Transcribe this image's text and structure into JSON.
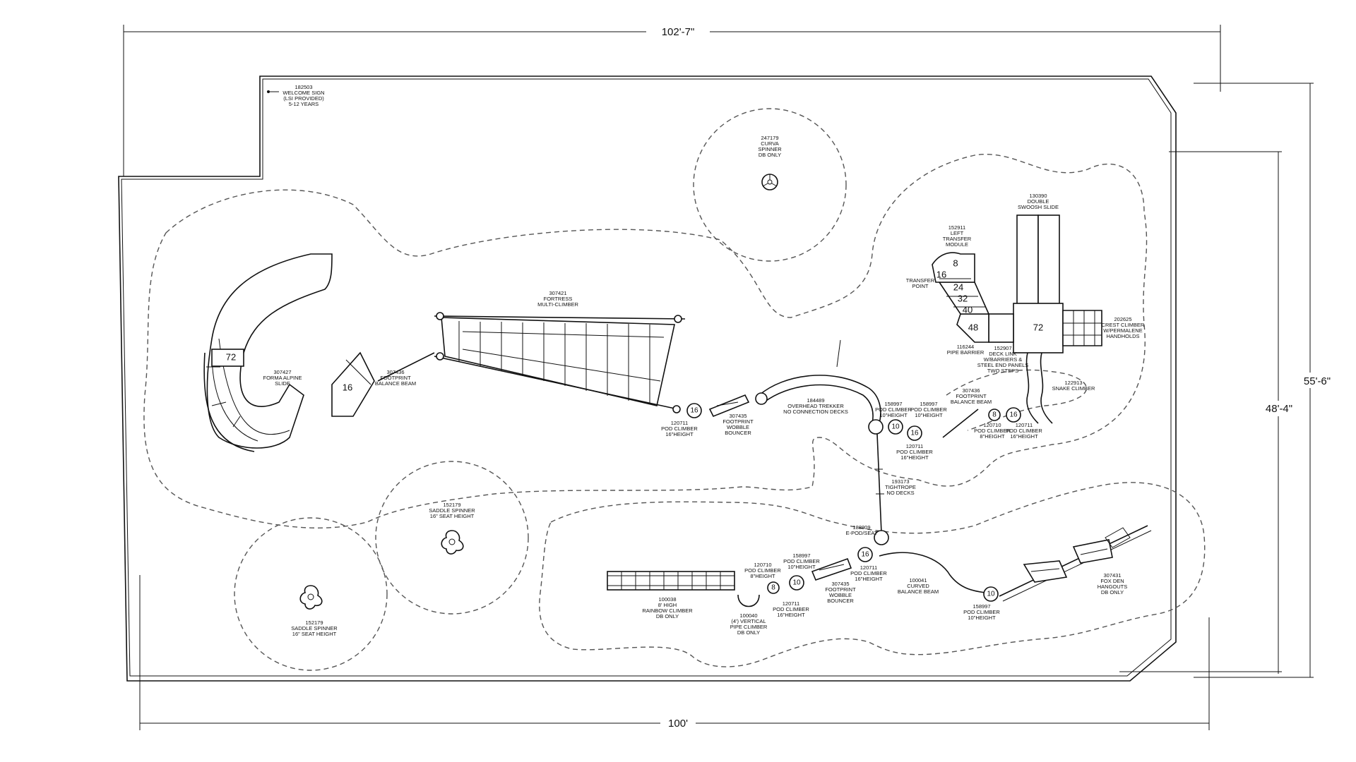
{
  "dimensions": {
    "top": "102'-7\"",
    "bottom": "100'",
    "right_outer": "55'-6\"",
    "right_inner": "48'-4\""
  },
  "welcome_sign": [
    "182503",
    "WELCOME SIGN",
    "(LSI PROVIDED)",
    "5-12 YEARS"
  ],
  "labels": {
    "curva": [
      "247179",
      "CURVA",
      "SPINNER",
      "DB ONLY"
    ],
    "alpine_slide": [
      "307427",
      "FORMA ALPINE",
      "SLIDE"
    ],
    "balance_beam_left": [
      "307436",
      "FOOTPRINT",
      "BALANCE BEAM"
    ],
    "fortress": [
      "307421",
      "FORTRESS",
      "MULTI-CLIMBER"
    ],
    "pod16_a": [
      "120711",
      "POD CLIMBER",
      "16\"HEIGHT"
    ],
    "wobble_a": [
      "307435",
      "FOOTPRINT",
      "WOBBLE",
      "BOUNCER"
    ],
    "trekker": [
      "184489",
      "OVERHEAD TREKKER",
      "NO CONNECTION DECKS"
    ],
    "pod10_a": [
      "158997",
      "POD CLIMBER",
      "10\"HEIGHT"
    ],
    "pod10_b": [
      "158997",
      "POD CLIMBER",
      "10\"HEIGHT"
    ],
    "pod16_b": [
      "120711",
      "POD CLIMBER",
      "16\"HEIGHT"
    ],
    "balance_beam_right": [
      "307436",
      "FOOTPRINT",
      "BALANCE BEAM"
    ],
    "pod8_a": [
      "120710",
      "POD CLIMBER",
      "8\"HEIGHT"
    ],
    "pod16_c": [
      "120711",
      "POD CLIMBER",
      "16\"HEIGHT"
    ],
    "tightrope": [
      "193173",
      "TIGHTROPE",
      "NO DECKS"
    ],
    "epod": [
      "188809",
      "E-POD/SEAT"
    ],
    "transfer_module": [
      "152911",
      "LEFT",
      "TRANSFER",
      "MODULE"
    ],
    "transfer_point": [
      "TRANSFER",
      "POINT"
    ],
    "swoosh_slide": [
      "130390",
      "DOUBLE",
      "SWOOSH SLIDE"
    ],
    "pipe_barrier": [
      "116244",
      "PIPE BARRIER"
    ],
    "deck_link": [
      "152907",
      "DECK LINK",
      "W/BARRIERS &",
      "STEEL END PANELS",
      "TWO STEPS"
    ],
    "crest_climber": [
      "202625",
      "CREST CLIMBER",
      "W/PERMALENE",
      "HANDHOLDS"
    ],
    "snake_climber": [
      "122913",
      "SNAKE CLIMBER"
    ],
    "saddle_a": [
      "152179",
      "SADDLE SPINNER",
      "16\" SEAT HEIGHT"
    ],
    "saddle_b": [
      "152179",
      "SADDLE SPINNER",
      "16\" SEAT HEIGHT"
    ],
    "rainbow": [
      "100038",
      "8' HIGH",
      "RAINBOW CLIMBER",
      "DB ONLY"
    ],
    "vertical_pipe": [
      "100040",
      "(4') VERTICAL",
      "PIPE CLIMBER",
      "DB ONLY"
    ],
    "pod8_b": [
      "120710",
      "POD CLIMBER",
      "8\"HEIGHT"
    ],
    "pod10_c": [
      "158997",
      "POD CLIMBER",
      "10\"HEIGHT"
    ],
    "pod16_d": [
      "120711",
      "POD CLIMBER",
      "16\"HEIGHT"
    ],
    "wobble_b": [
      "307435",
      "FOOTPRINT",
      "WOBBLE",
      "BOUNCER"
    ],
    "pod16_e": [
      "120711",
      "POD CLIMBER",
      "16\"HEIGHT"
    ],
    "curved_beam": [
      "100041",
      "CURVED",
      "BALANCE BEAM"
    ],
    "pod10_d": [
      "158997",
      "POD CLIMBER",
      "10\"HEIGHT"
    ],
    "fox_den": [
      "307431",
      "FOX DEN",
      "HANGOUTS",
      "DB ONLY"
    ]
  },
  "numbers": {
    "slide_72": "72",
    "slide_16": "16",
    "pod16_a": "16",
    "pod10_a": "10",
    "pod16_b": "16",
    "pod8_a": "8",
    "pod16_c": "16",
    "deck_8": "8",
    "deck_16": "16",
    "deck_24": "24",
    "deck_32": "32",
    "deck_40": "40",
    "deck_48": "48",
    "deck_72": "72",
    "pod8_b": "8",
    "pod10_c": "10",
    "pod16_e": "16",
    "pod10_d": "10"
  }
}
